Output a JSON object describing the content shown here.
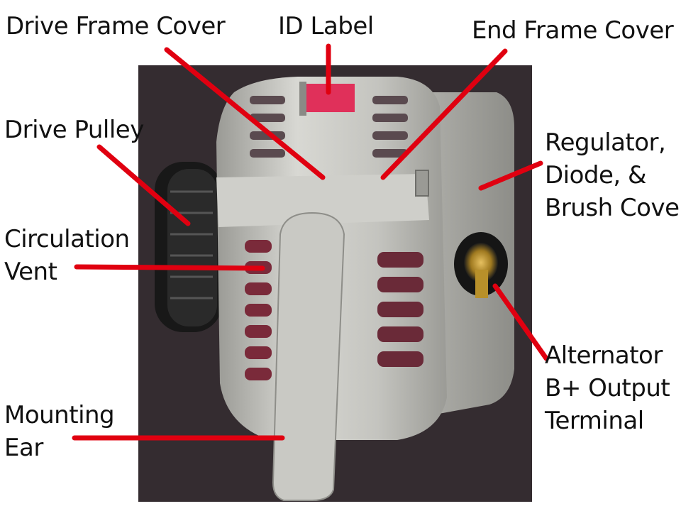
{
  "diagram": {
    "subject": "alternator photograph",
    "colors": {
      "leader_line": "#e00010",
      "background": "#ffffff",
      "photo_backdrop": "#3a3035",
      "housing": "#bdbdb8",
      "housing_shadow": "#8f8f8a",
      "pulley": "#1c1c1c",
      "id_label": "#e0305a"
    },
    "labels": {
      "drive_frame_cover": [
        "Drive Frame Cover"
      ],
      "id_label": [
        "ID Label"
      ],
      "end_frame_cover": [
        "End Frame Cover"
      ],
      "drive_pulley": [
        "Drive Pulley"
      ],
      "regulator_cover": [
        "Regulator,",
        "Diode, &",
        "Brush Cover"
      ],
      "circulation_vent": [
        "Circulation",
        "Vent"
      ],
      "mounting_ear": [
        "Mounting",
        "Ear"
      ],
      "output_terminal": [
        "Alternator",
        "B+ Output",
        "Terminal"
      ]
    }
  }
}
